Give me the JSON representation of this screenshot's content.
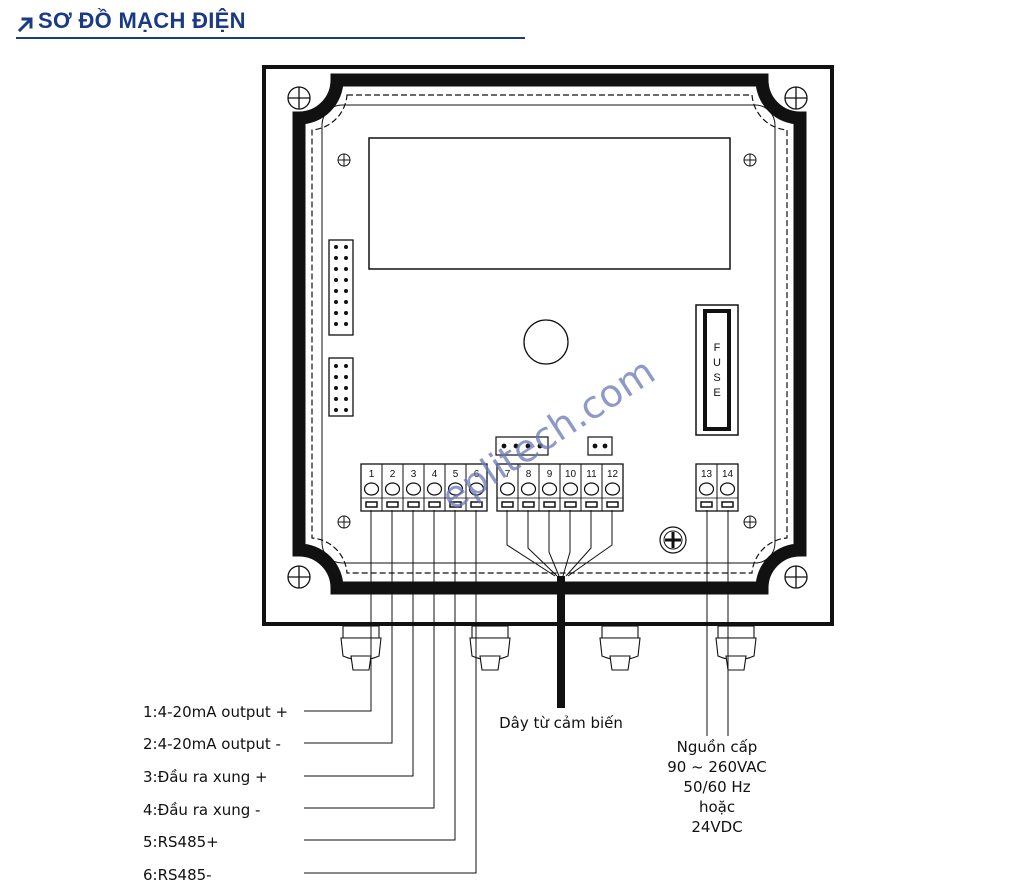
{
  "header": {
    "title": "SƠ ĐỒ MẠCH ĐIỆN"
  },
  "terminals": {
    "output_block": [
      "1",
      "2",
      "3",
      "4",
      "5",
      "6"
    ],
    "sensor_block": [
      "7",
      "8",
      "9",
      "10",
      "11",
      "12"
    ],
    "power_block": [
      "13",
      "14"
    ]
  },
  "fuse": {
    "letters": [
      "F",
      "U",
      "S",
      "E"
    ]
  },
  "watermark": "eplitech.com",
  "labels": {
    "output_labels": [
      "1:4-20mA output +",
      "2:4-20mA  output  -",
      "3:Đầu ra xung +",
      "4:Đầu ra xung -",
      "5:RS485+",
      "6:RS485-"
    ],
    "sensor_cable": "Dây từ cảm biến",
    "power_supply": [
      "Nguồn cấp",
      "90 ~ 260VAC",
      "50/60 Hz",
      "hoặc",
      "24VDC"
    ]
  },
  "colors": {
    "title": "#1b3a86",
    "line": "#111111",
    "watermark": "#6a78b8"
  }
}
